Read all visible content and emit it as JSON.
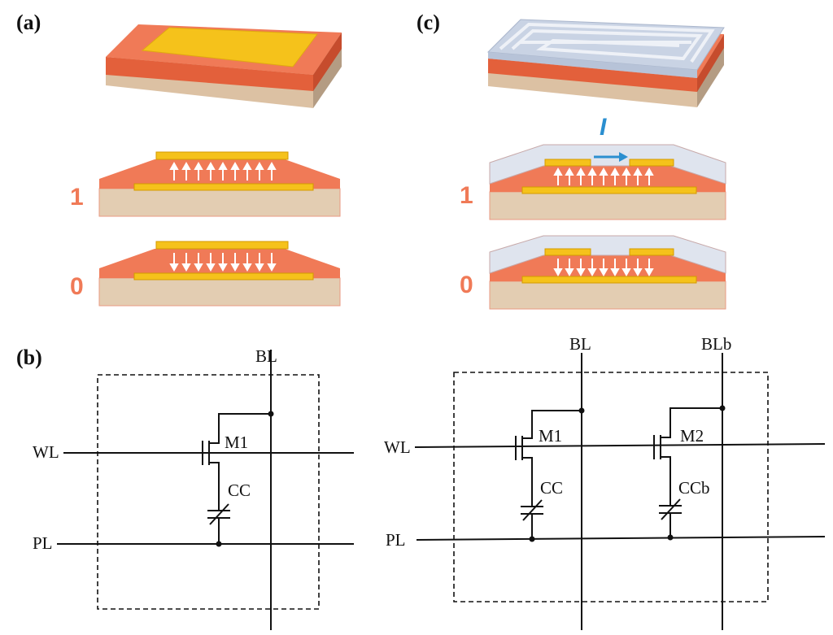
{
  "panels": {
    "a": "(a)",
    "b": "(b)",
    "c": "(c)"
  },
  "states": {
    "one": "1",
    "zero": "0"
  },
  "current_label": "I",
  "circuit_1t1c": {
    "bitline": "BL",
    "wordline": "WL",
    "plateline": "PL",
    "transistor": "M1",
    "capacitor": "CC"
  },
  "circuit_2t2c": {
    "bitline": "BL",
    "bitline_bar": "BLb",
    "wordline": "WL",
    "plateline": "PL",
    "transistor_1": "M1",
    "transistor_2": "M2",
    "capacitor_1": "CC",
    "capacitor_2": "CCb"
  },
  "colors": {
    "ferroelectric": "#f07a57",
    "ferroelectric_dark": "#e3603b",
    "electrode": "#f5c21b",
    "substrate": "#e3cdb2",
    "dielectric": "#dfe4ee",
    "current_arrow": "#2b8fd0",
    "wire": "#111111"
  }
}
